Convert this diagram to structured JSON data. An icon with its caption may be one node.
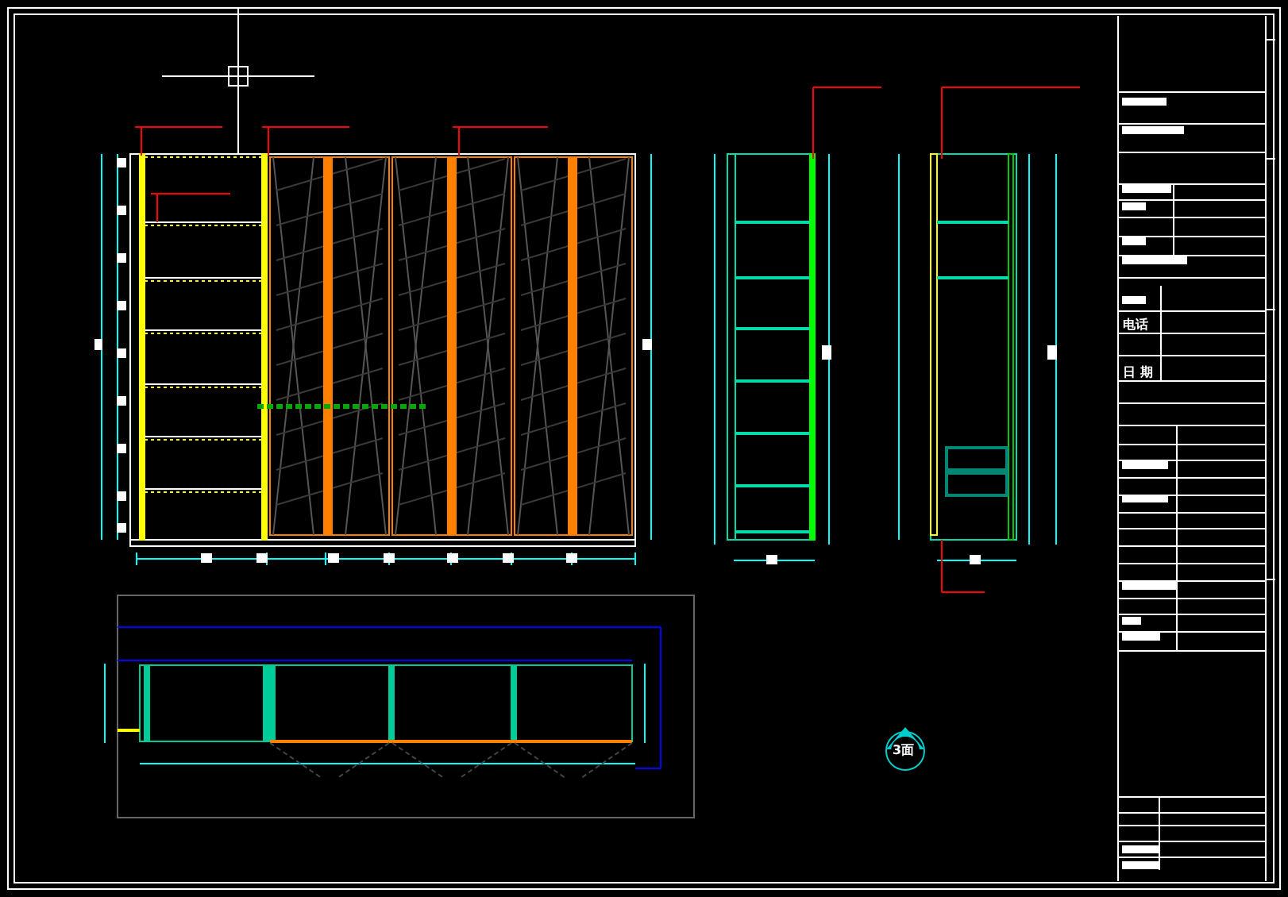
{
  "diagram": {
    "labels": [
      "电话",
      "日 期",
      "3面"
    ]
  }
}
